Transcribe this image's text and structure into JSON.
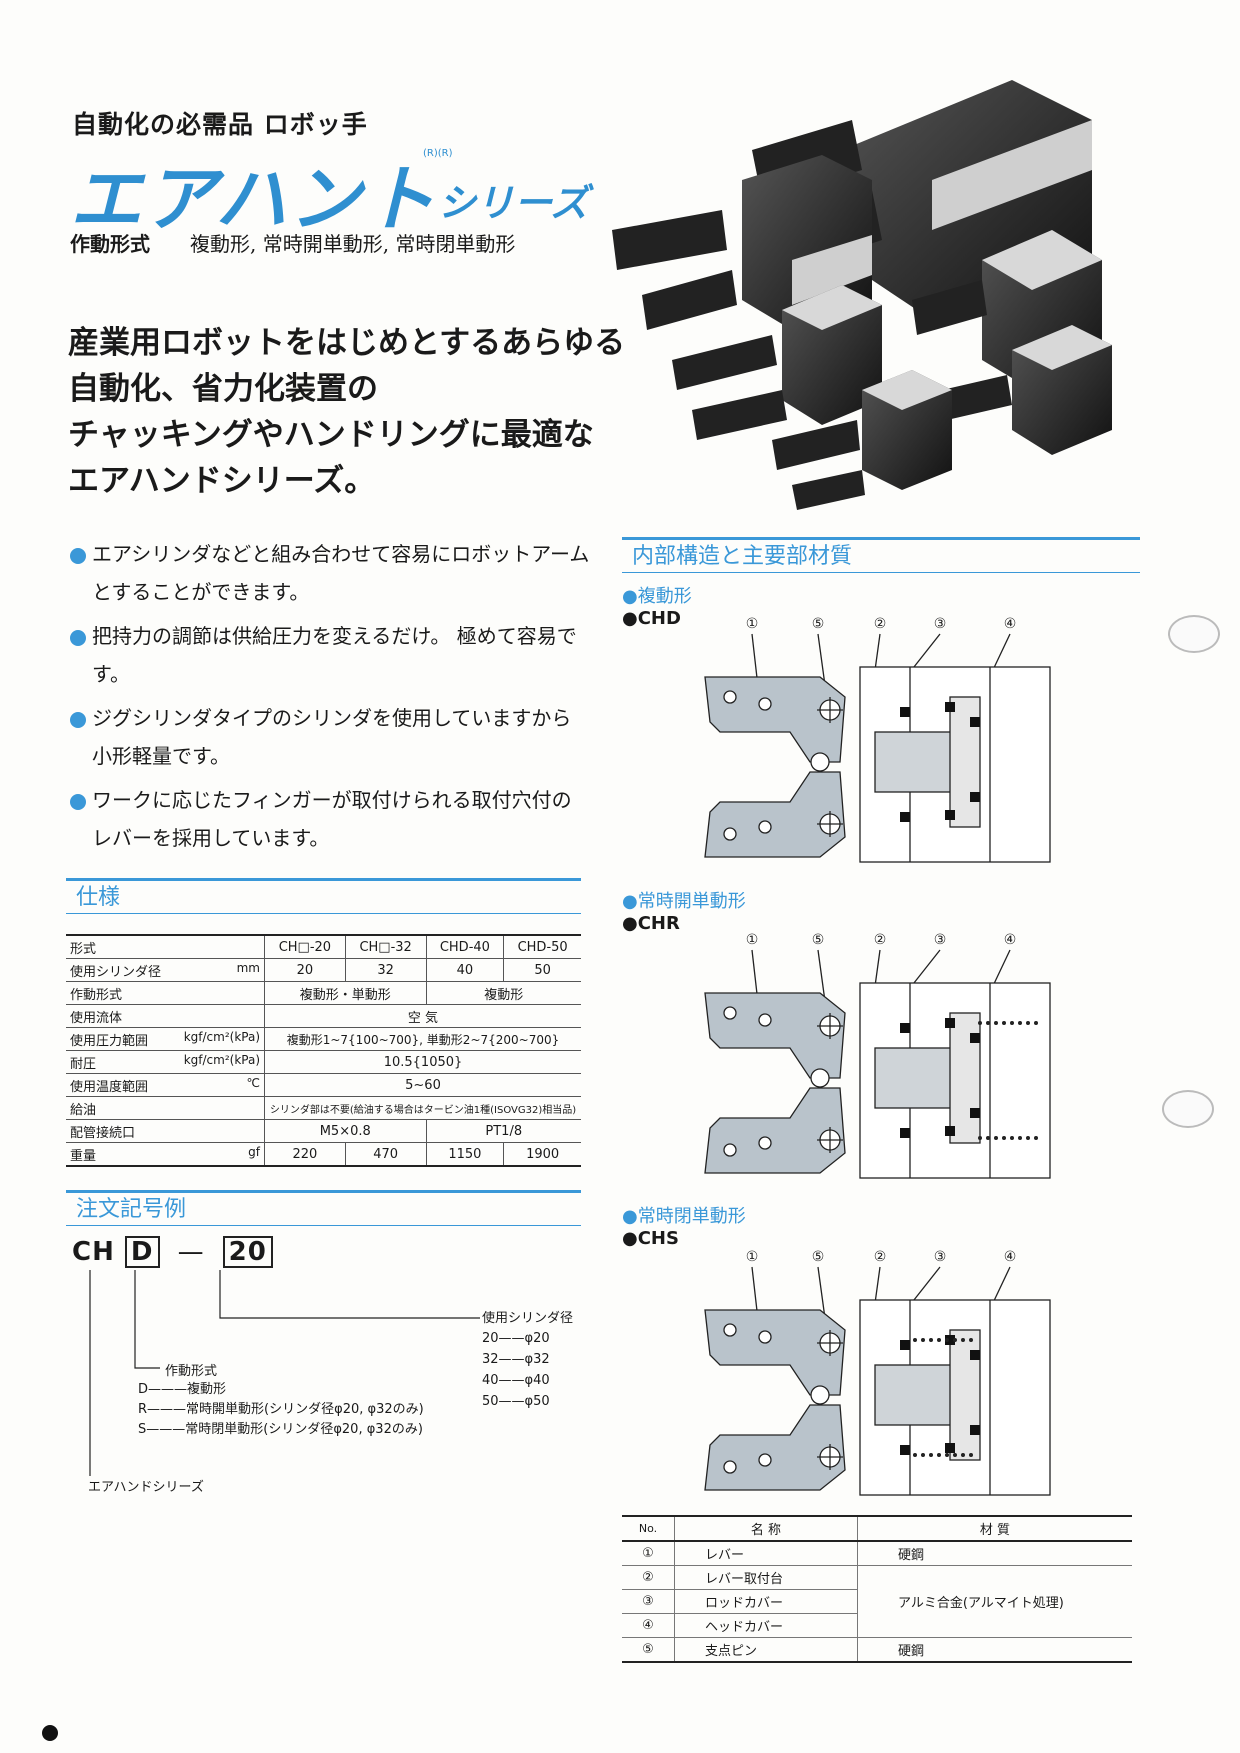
{
  "header": {
    "subtitle": "自動化の必需品 ロボッ手",
    "brand": "エアハント",
    "brand_mark": "(R)(R)",
    "brand_series": "シリーズ",
    "optype_label": "作動形式",
    "optype_value": "複動形, 常時開単動形, 常時閉単動形"
  },
  "hero": {
    "lines": [
      "産業用ロボットをはじめとするあらゆる",
      "自動化、省力化装置の",
      "チャッキングやハンドリングに最適な",
      "エアハンドシリーズ。"
    ]
  },
  "features": [
    "エアシリンダなどと組み合わせて容易にロボットアームとすることができます。",
    "把持力の調節は供給圧力を変えるだけ。 極めて容易です。",
    "ジグシリンダタイプのシリンダを使用していますから小形軽量です。",
    "ワークに応じたフィンガーが取付けられる取付穴付のレバーを採用しています。"
  ],
  "spec": {
    "title": "仕様",
    "rows": [
      {
        "label": "形式",
        "unit": "",
        "cells": [
          "CH□-20",
          "CH□-32",
          "CHD-40",
          "CHD-50"
        ]
      },
      {
        "label": "使用シリンダ径",
        "unit": "mm",
        "cells": [
          "20",
          "32",
          "40",
          "50"
        ]
      },
      {
        "label": "作動形式",
        "unit": "",
        "cells": [
          "複動形・単動形",
          "複動形"
        ]
      },
      {
        "label": "使用流体",
        "unit": "",
        "cells": [
          "空 気"
        ]
      },
      {
        "label": "使用圧力範囲",
        "unit": "kgf/cm²(kPa)",
        "cells": [
          "複動形1~7{100~700}, 単動形2~7{200~700}"
        ]
      },
      {
        "label": "耐圧",
        "unit": "kgf/cm²(kPa)",
        "cells": [
          "10.5{1050}"
        ]
      },
      {
        "label": "使用温度範囲",
        "unit": "℃",
        "cells": [
          "5~60"
        ]
      },
      {
        "label": "給油",
        "unit": "",
        "cells": [
          "シリンダ部は不要(給油する場合はタービン油1種(ISOVG32)相当品)"
        ]
      },
      {
        "label": "配管接続口",
        "unit": "",
        "cells": [
          "M5×0.8",
          "PT1/8"
        ]
      },
      {
        "label": "重量",
        "unit": "gf",
        "cells": [
          "220",
          "470",
          "1150",
          "1900"
        ]
      }
    ]
  },
  "order": {
    "title": "注文記号例",
    "prefix": "CH",
    "type_code": "D",
    "dash": "—",
    "size_code": "20",
    "bore_title": "使用シリンダ径",
    "bores": [
      {
        "code": "20",
        "value": "φ20"
      },
      {
        "code": "32",
        "value": "φ32"
      },
      {
        "code": "40",
        "value": "φ40"
      },
      {
        "code": "50",
        "value": "φ50"
      }
    ],
    "type_title": "作動形式",
    "types": [
      {
        "code": "D",
        "value": "複動形"
      },
      {
        "code": "R",
        "value": "常時開単動形(シリンダ径φ20, φ32のみ)"
      },
      {
        "code": "S",
        "value": "常時閉単動形(シリンダ径φ20, φ32のみ)"
      }
    ],
    "series_label": "エアハンドシリーズ"
  },
  "structure": {
    "title": "内部構造と主要部材質",
    "diagrams": [
      {
        "name": "複動形",
        "code": "CHD",
        "spring": "none"
      },
      {
        "name": "常時開単動形",
        "code": "CHR",
        "spring": "right"
      },
      {
        "name": "常時閉単動形",
        "code": "CHS",
        "spring": "left"
      }
    ],
    "callouts": [
      "①",
      "⑤",
      "②",
      "③",
      "④"
    ]
  },
  "materials": {
    "headers": [
      "No.",
      "名 称",
      "材 質"
    ],
    "rows": [
      {
        "no": "①",
        "name": "レバー",
        "material": "硬鋼"
      },
      {
        "no": "②",
        "name": "レバー取付台",
        "material": ""
      },
      {
        "no": "③",
        "name": "ロッドカバー",
        "material": "アルミ合金(アルマイト処理)"
      },
      {
        "no": "④",
        "name": "ヘッドカバー",
        "material": ""
      },
      {
        "no": "⑤",
        "name": "支点ピン",
        "material": "硬鋼"
      }
    ]
  },
  "colors": {
    "accent": "#3a98d8",
    "text": "#1a1a1a"
  }
}
